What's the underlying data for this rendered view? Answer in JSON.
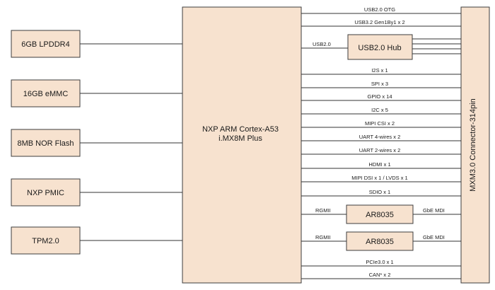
{
  "colors": {
    "box_fill": "#f7e2cf",
    "line": "#333333"
  },
  "peripherals": [
    {
      "label": "6GB LPDDR4"
    },
    {
      "label": "16GB eMMC"
    },
    {
      "label": "8MB NOR Flash"
    },
    {
      "label": "NXP PMIC"
    },
    {
      "label": "TPM2.0"
    }
  ],
  "soc": {
    "line1": "NXP ARM Cortex-A53",
    "line2": "i.MX8M Plus"
  },
  "connector": {
    "label": "MXM3.0 Connector-314pin"
  },
  "hub": {
    "label": "USB2.0 Hub",
    "link_label": "USB2.0"
  },
  "phys": [
    {
      "label": "AR8035",
      "in_label": "RGMII",
      "out_label": "GbE MDI"
    },
    {
      "label": "AR8035",
      "in_label": "RGMII",
      "out_label": "GbE MDI"
    }
  ],
  "signals": [
    "USB2.0 OTG",
    "USB3.2 Gen1By1 x 2",
    "I2S x 1",
    "SPI x 3",
    "GPIO x 14",
    "I2C x 5",
    "MIPI CSI x 2",
    "UART 4-wires x 2",
    "UART 2-wires x 2",
    "HDMI x 1",
    "MIPI DSI x 1 / LVDS x 1",
    "SDIO x 1",
    "PCIe3.0 x 1",
    "CAN* x 2"
  ]
}
